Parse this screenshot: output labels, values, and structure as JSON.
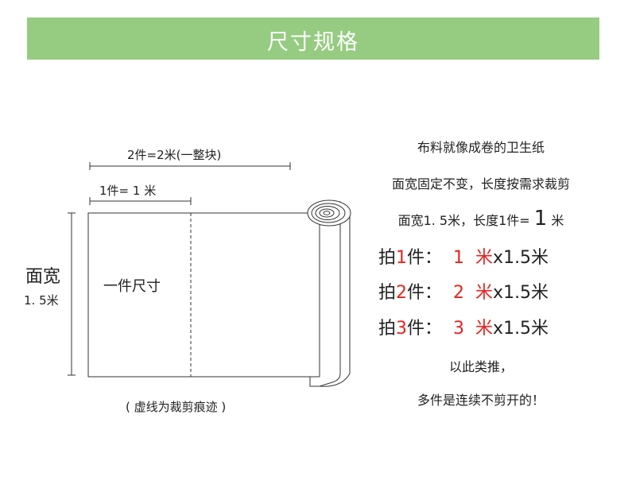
{
  "header": {
    "title": "尺寸规格"
  },
  "diagram": {
    "total_dim": "2件=2米(一整块)",
    "one_dim": "1件= 1 米",
    "height_label": "面宽",
    "height_value": "1. 5米",
    "piece_label": "一件尺寸",
    "note": "( 虚线为裁剪痕迹 )"
  },
  "info": {
    "line1": "布料就像成卷的卫生纸",
    "line2": "面宽固定不变，长度按需求裁剪",
    "line3_prefix": "面宽1. 5米，长度1件=",
    "line3_big": "1",
    "line3_suffix": "米",
    "rows": [
      {
        "prefix": "拍",
        "n": "1",
        "mid": "件：",
        "qty": "1",
        "unit": "米",
        "tail": "x1.5米"
      },
      {
        "prefix": "拍",
        "n": "2",
        "mid": "件：",
        "qty": "2",
        "unit": "米",
        "tail": "x1.5米"
      },
      {
        "prefix": "拍",
        "n": "3",
        "mid": "件：",
        "qty": "3",
        "unit": "米",
        "tail": "x1.5米"
      }
    ],
    "line7": "以此类推，",
    "line8": "多件是连续不剪开的！"
  },
  "colors": {
    "banner": "#95cc81",
    "accent_red": "#e8231f"
  }
}
